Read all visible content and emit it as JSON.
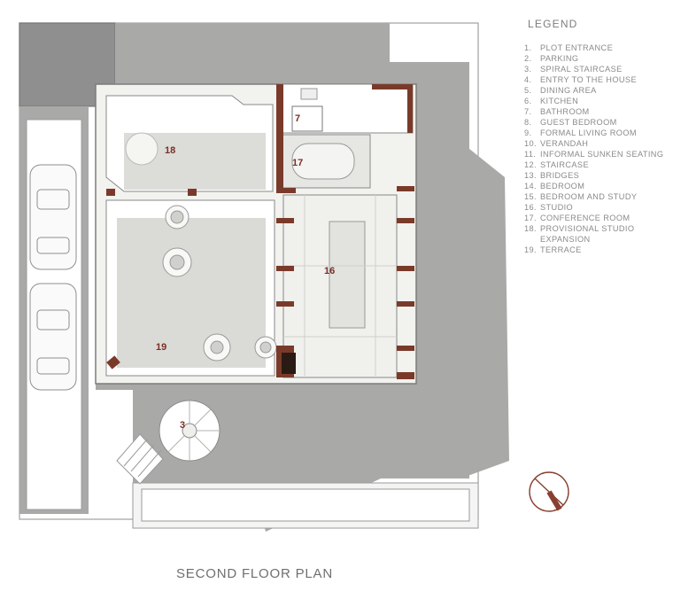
{
  "legend": {
    "title": "LEGEND",
    "items": [
      {
        "num": "1.",
        "label": "PLOT ENTRANCE"
      },
      {
        "num": "2.",
        "label": "PARKING"
      },
      {
        "num": "3.",
        "label": "SPIRAL STAIRCASE"
      },
      {
        "num": "4.",
        "label": "ENTRY TO THE HOUSE"
      },
      {
        "num": "5.",
        "label": "DINING AREA"
      },
      {
        "num": "6.",
        "label": "KITCHEN"
      },
      {
        "num": "7.",
        "label": "BATHROOM"
      },
      {
        "num": "8.",
        "label": "GUEST BEDROOM"
      },
      {
        "num": "9.",
        "label": "FORMAL LIVING ROOM"
      },
      {
        "num": "10.",
        "label": "VERANDAH"
      },
      {
        "num": "11.",
        "label": "INFORMAL SUNKEN SEATING"
      },
      {
        "num": "12.",
        "label": "STAIRCASE"
      },
      {
        "num": "13.",
        "label": "BRIDGES"
      },
      {
        "num": "14.",
        "label": "BEDROOM"
      },
      {
        "num": "15.",
        "label": "BEDROOM AND STUDY"
      },
      {
        "num": "16.",
        "label": "STUDIO"
      },
      {
        "num": "17.",
        "label": "CONFERENCE ROOM"
      },
      {
        "num": "18.",
        "label": "PROVISIONAL STUDIO EXPANSION"
      },
      {
        "num": "19.",
        "label": "TERRACE"
      }
    ]
  },
  "plan_title": "SECOND FLOOR PLAN",
  "room_labels": {
    "r3": "3",
    "r7": "7",
    "r16": "16",
    "r17": "17",
    "r18": "18",
    "r19": "19"
  },
  "colors": {
    "shadow": "#a9a9a7",
    "floor": "#ebebe8",
    "terrace": "#d8d8d5",
    "wall": "#7a3a2a",
    "line": "#8f8f8f",
    "label": "#7a2f25"
  }
}
